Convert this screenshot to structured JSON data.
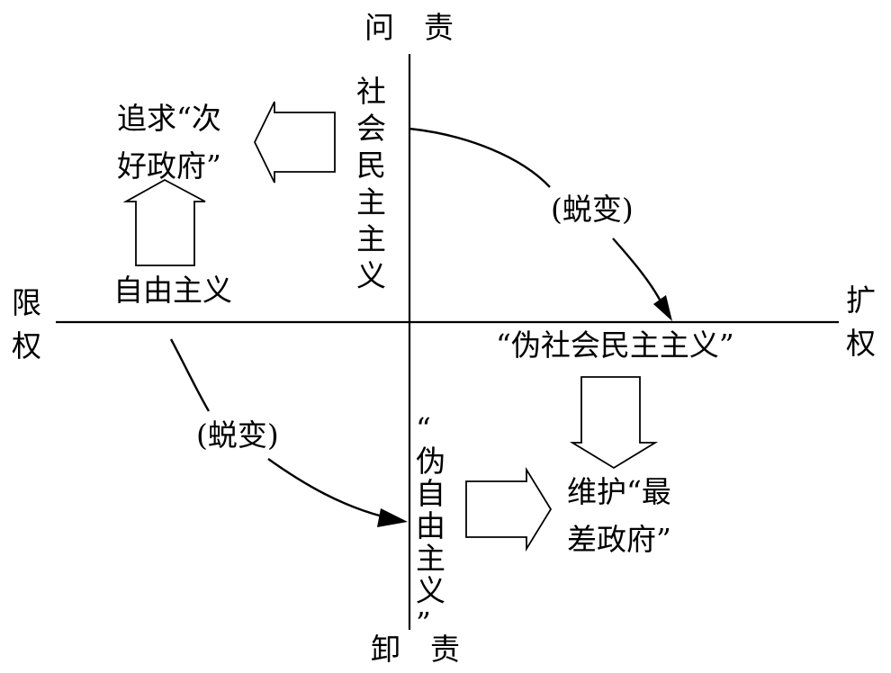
{
  "axes": {
    "top": "问责",
    "bottom": "卸责",
    "left": "限权",
    "right": "扩权"
  },
  "labels": {
    "social_democracy": "社会民主主义",
    "pseudo_social_democracy": "“伪社会民主主义”",
    "liberalism": "自由主义",
    "pseudo_liberalism": "“伪自由主义”",
    "pursue_second_best_line1": "追求“次",
    "pursue_second_best_line2": "好政府”",
    "maintain_worst_line1": "维护“最",
    "maintain_worst_line2": "差政府”",
    "metamorphosis_upper": "(蜕变)",
    "metamorphosis_lower": "(蜕变)"
  }
}
